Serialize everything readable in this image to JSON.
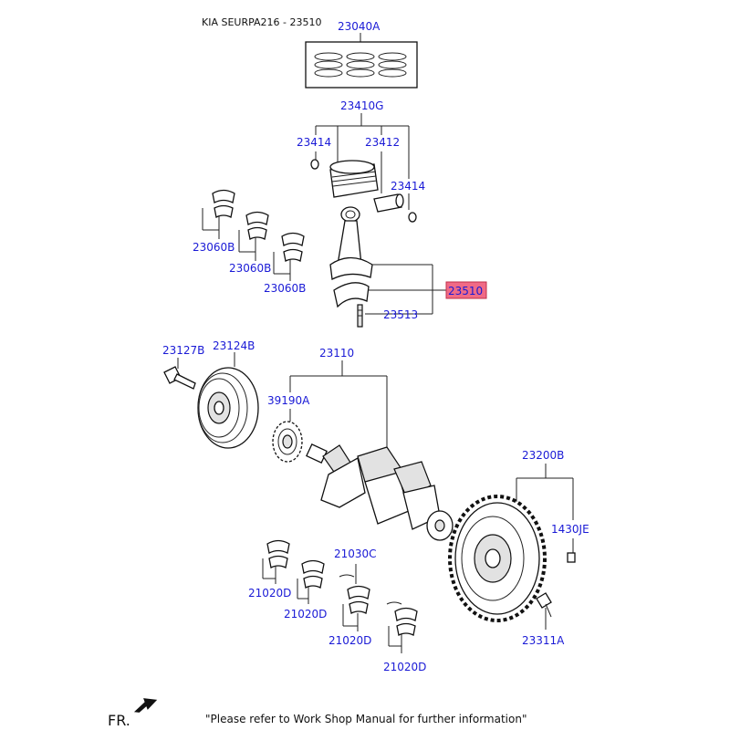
{
  "header": {
    "title": "KIA SEURPA216 - 23510"
  },
  "labels": {
    "piston_ring_set": "23040A",
    "piston_assy": "23410G",
    "snap_ring_left": "23414",
    "piston_pin": "23412",
    "snap_ring_right": "23414",
    "conrod_bearing_1": "23060B",
    "conrod_bearing_2": "23060B",
    "conrod_bearing_3": "23060B",
    "conrod_assy": "23510",
    "conrod_bolt": "23513",
    "pulley_bolt": "23127B",
    "damper_pulley": "23124B",
    "crankshaft": "23110",
    "sprocket": "39190A",
    "flywheel_assy": "23200B",
    "flywheel_pin": "1430JE",
    "flywheel_bolt": "23311A",
    "thrust_bearing": "21030C",
    "main_bearing_1": "21020D",
    "main_bearing_2": "21020D",
    "main_bearing_3": "21020D",
    "main_bearing_4": "21020D"
  },
  "highlight": {
    "part": "conrod_assy",
    "fill": "#f06a86"
  },
  "colors": {
    "label": "#1a1ad6",
    "line": "#222222"
  },
  "footer": {
    "front_marker": "FR.",
    "note": "\"Please refer to Work Shop Manual for further information\""
  }
}
